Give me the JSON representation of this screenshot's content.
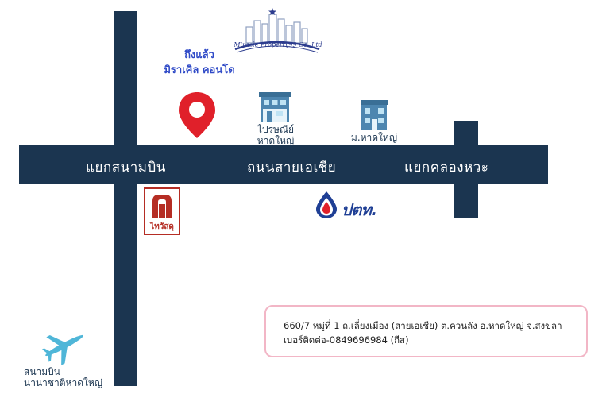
{
  "logo": {
    "text": "Miracle Property99 Co.,Ltd",
    "icon": "city-skyline-icon",
    "color": "#2c3c8e"
  },
  "destination": {
    "line1": "ถึงแล้ว",
    "line2": "มิราเคิล คอนโด",
    "icon": "location-pin-icon",
    "pin_color": "#e0202a",
    "label_color": "#2f4ac7"
  },
  "roads": {
    "color": "#1b3550",
    "main_road": "ถนนสายเอเชีย",
    "left_junction": "แยกสนามบิน",
    "right_junction": "แยกคลองหวะ"
  },
  "landmarks": {
    "post_office": {
      "line1": "ไปรษณีย์",
      "line2": "หาดใหญ่",
      "icon": "building-icon"
    },
    "university": {
      "label": "ม.หาดใหญ่",
      "icon": "building-icon"
    },
    "thaiwatsadu": {
      "label": "ไทวัสดุ",
      "icon": "thaiwatsadu-logo-icon",
      "color": "#b52d24"
    },
    "ptt": {
      "label": "ปตท.",
      "icon": "ptt-flame-drop-icon",
      "color": "#1f3f95"
    },
    "airport": {
      "line1": "สนามบิน",
      "line2": "นานาชาติหาดใหญ่",
      "icon": "airplane-icon",
      "color": "#4fb6d8"
    }
  },
  "address": {
    "line1": "660/7  หมู่ที่ 1 ถ.เลี่ยงเมือง (สายเอเชีย) ต.ควนลัง อ.หาดใหญ่ จ.สงขลา",
    "line2": "เบอร์ติดต่อ-0849696984 (กีส)",
    "border_color": "#f2b6c6"
  }
}
